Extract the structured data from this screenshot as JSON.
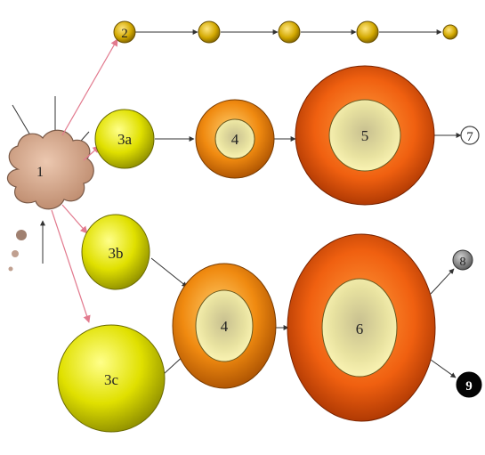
{
  "labels": {
    "cloud": "1",
    "n2": "2",
    "n3a": "3a",
    "n3b": "3b",
    "n3c": "3c",
    "n4_top": "4",
    "n4_bottom": "4",
    "n5": "5",
    "n6": "6",
    "n7": "7",
    "n8": "8",
    "n9": "9"
  },
  "colors": {
    "cloud_fill": "#c9a088",
    "cloud_stroke": "#7a5a48",
    "arrow_red": "#e27a8e",
    "arrow_dark": "#333333",
    "yellow_light": "#ffff66",
    "yellow_dark": "#9c9a00",
    "orange_light": "#ffb23a",
    "orange_dark": "#b25a00",
    "red_orange_light": "#ff7a1c",
    "red_orange_dark": "#a83000",
    "inner_light": "#fff6a0",
    "inner_dark": "#8a8250",
    "white_node": "#ffffff",
    "gray_node": "#8c8c8c",
    "black_node": "#050505"
  }
}
